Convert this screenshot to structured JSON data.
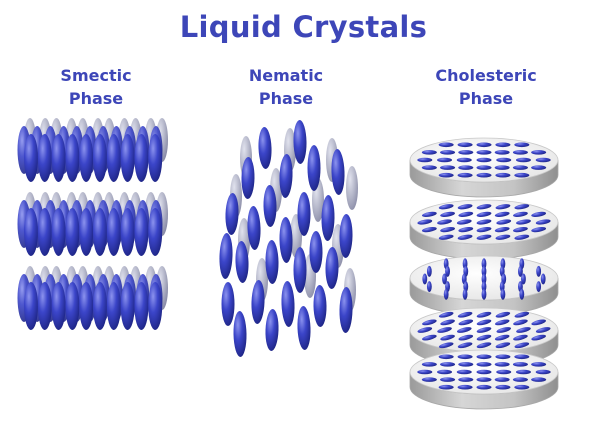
{
  "title": "Liquid Crystals",
  "phases": [
    {
      "line1": "Smectic",
      "line2": "Phase"
    },
    {
      "line1": "Nematic",
      "line2": "Phase"
    },
    {
      "line1": "Cholesteric",
      "line2": "Phase"
    }
  ],
  "colors": {
    "title": "#3d46b8",
    "label": "#3d46b8",
    "molecule": "#3b45c9",
    "molecule_dark": "#1e2585",
    "molecule_light": "#8c93ee",
    "molecule_ghost": "#8e91ad",
    "disk_top": "#f2f2f2",
    "disk_side": "#bdbdbd",
    "disk_edge": "#a8a8a8"
  }
}
